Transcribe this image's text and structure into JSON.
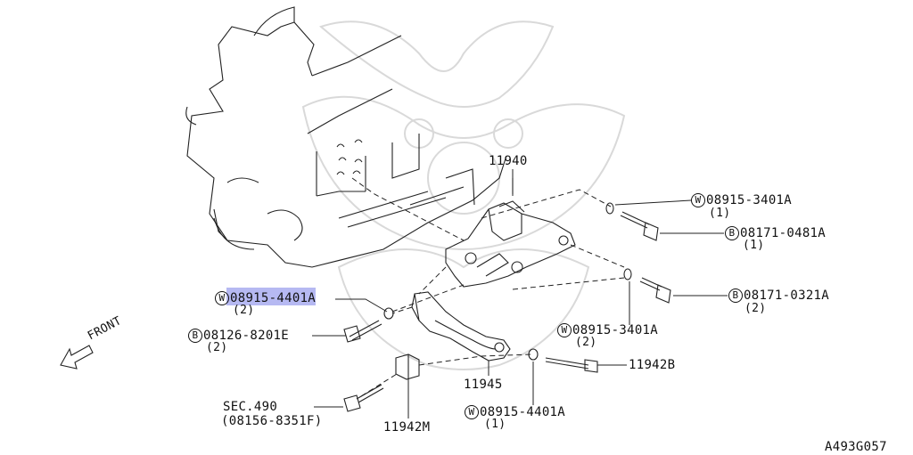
{
  "diagram": {
    "code": "A493G057",
    "front_label": "FRONT",
    "parts": [
      {
        "id": "p11940",
        "part": "11940"
      },
      {
        "id": "pw1",
        "prefix": "W",
        "part": "08915-3401A",
        "qty": "(1)"
      },
      {
        "id": "pb1",
        "prefix": "B",
        "part": "08171-0481A",
        "qty": "(1)"
      },
      {
        "id": "pb2",
        "prefix": "B",
        "part": "08171-0321A",
        "qty": "(2)"
      },
      {
        "id": "pw2",
        "prefix": "W",
        "part": "08915-3401A",
        "qty": "(2)"
      },
      {
        "id": "pw3",
        "prefix": "W",
        "part": "08915-4401A",
        "qty": "(2)"
      },
      {
        "id": "pb3",
        "prefix": "B",
        "part": "08126-8201E",
        "qty": "(2)"
      },
      {
        "id": "p11942b",
        "part": "11942B"
      },
      {
        "id": "p11945",
        "part": "11945"
      },
      {
        "id": "psec",
        "part": "SEC.490",
        "sub": "(08156-8351F)"
      },
      {
        "id": "p11942m",
        "part": "11942M"
      },
      {
        "id": "pw4",
        "prefix": "W",
        "part": "08915-4401A",
        "qty": "(1)"
      }
    ]
  }
}
